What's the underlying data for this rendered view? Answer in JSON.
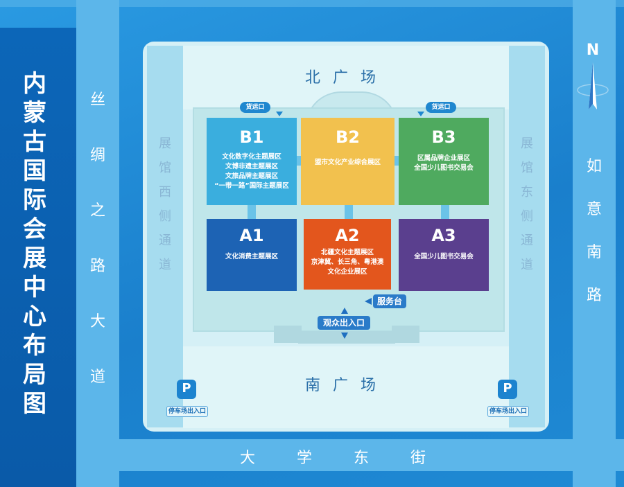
{
  "title": "内蒙古国际会展中心布局图",
  "roads": {
    "west": "丝绸之路大道",
    "east": "如意南路",
    "south": "大学东街"
  },
  "compass": "N",
  "plazas": {
    "north": "北广场",
    "south": "南广场"
  },
  "side_channels": {
    "west": "展馆西侧通道",
    "east": "展馆东侧通道"
  },
  "cargo_entrance": "货运口",
  "halls": [
    {
      "code": "B1",
      "color": "#3aaede",
      "desc": [
        "文化数字化主题展区",
        "文博非遗主题展区",
        "文旅品牌主题展区",
        "“一带一路”国际主题展区"
      ]
    },
    {
      "code": "B2",
      "color": "#f2c14e",
      "desc": [
        "盟市文化产业综合展区"
      ]
    },
    {
      "code": "B3",
      "color": "#4faa5f",
      "desc": [
        "区属品牌企业展区",
        "全国少儿图书交易会"
      ]
    },
    {
      "code": "A1",
      "color": "#1d63b4",
      "desc": [
        "文化消费主题展区"
      ]
    },
    {
      "code": "A2",
      "color": "#e3561d",
      "desc": [
        "北疆文化主题展区",
        "京津冀、长三角、粤港澳",
        "文化企业展区"
      ]
    },
    {
      "code": "A3",
      "color": "#5a3f8e",
      "desc": [
        "全国少儿图书交易会"
      ]
    }
  ],
  "service_desk": "服务台",
  "visitor_entrance": "观众出入口",
  "parking": {
    "icon": "P",
    "label": "停车场出入口"
  }
}
